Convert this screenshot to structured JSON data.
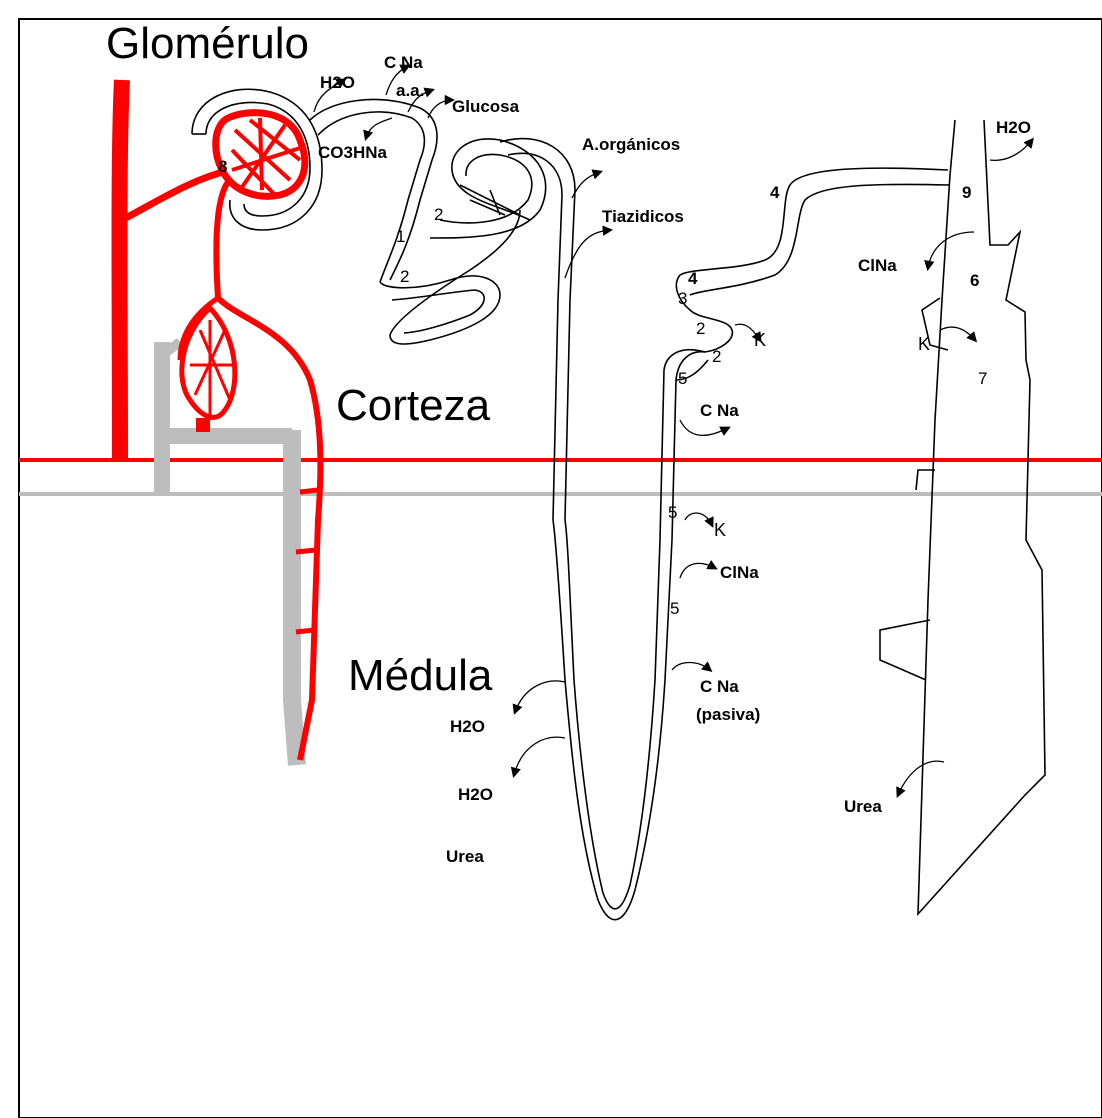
{
  "colors": {
    "vessel": "#ff0000",
    "interstitium": "#bdbdbd",
    "outline": "#000000",
    "background": "#ffffff"
  },
  "regions": {
    "glomerulo": "Glomérulo",
    "corteza": "Corteza",
    "medula": "Médula"
  },
  "labels": {
    "cina_top": "C Na",
    "h2o_top": "H2O",
    "aa": "a.a.",
    "glucosa": "Glucosa",
    "co3hna": "CO3HNa",
    "a_organicos": "A.orgánicos",
    "tiazidicos": "Tiazidicos",
    "h2o_right": "H2O",
    "cina_right": "ClNa",
    "k_right": "K",
    "k_upper": "K",
    "cina_mid": "C Na",
    "k_mid": "K",
    "cina_lower": "ClNa",
    "cina_pasiva_1": "C Na",
    "cina_pasiva_2": "(pasiva)",
    "h2o_desc_1": "H2O",
    "h2o_desc_2": "H2O",
    "urea_left": "Urea",
    "urea_right": "Urea"
  },
  "numbers": {
    "n8": "8",
    "n1": "1",
    "n2a": "2",
    "n2b": "2",
    "n4a": "4",
    "n4b": "4",
    "n3": "3",
    "n2c": "2",
    "n2d": "2",
    "n5a": "5",
    "n5b": "5",
    "n5c": "5",
    "n9": "9",
    "n6": "6",
    "n7": "7"
  }
}
